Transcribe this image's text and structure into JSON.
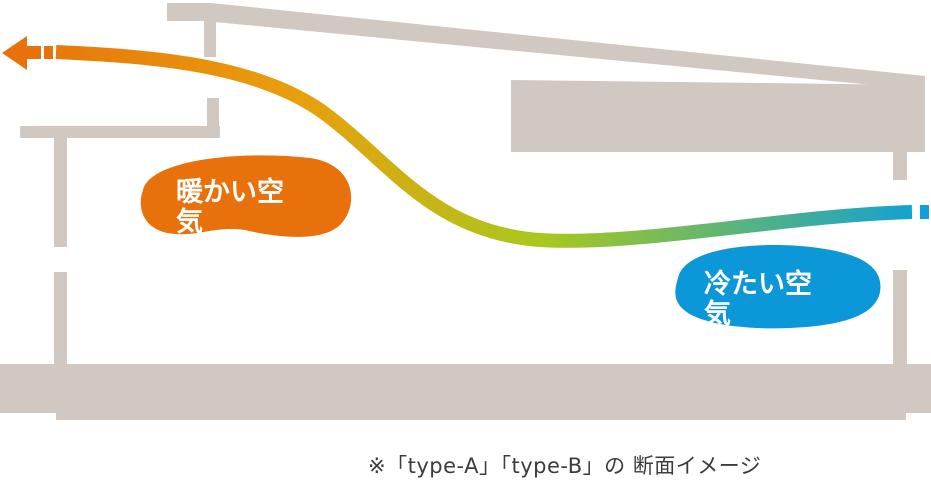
{
  "diagram": {
    "warm_air_label": "暖かい空気",
    "cool_air_label": "冷たい空気",
    "caption": "※「type-A」「type-B」の 断面イメージ"
  },
  "colors": {
    "structure": "#d2c8c2",
    "warm_bubble": "#e8710b",
    "cool_bubble": "#0c98d8",
    "arrow_start": "#0ea0d8",
    "arrow_mid": "#a8c81e",
    "arrow_end": "#e8710b",
    "caption_text": "#3c3c3c"
  }
}
